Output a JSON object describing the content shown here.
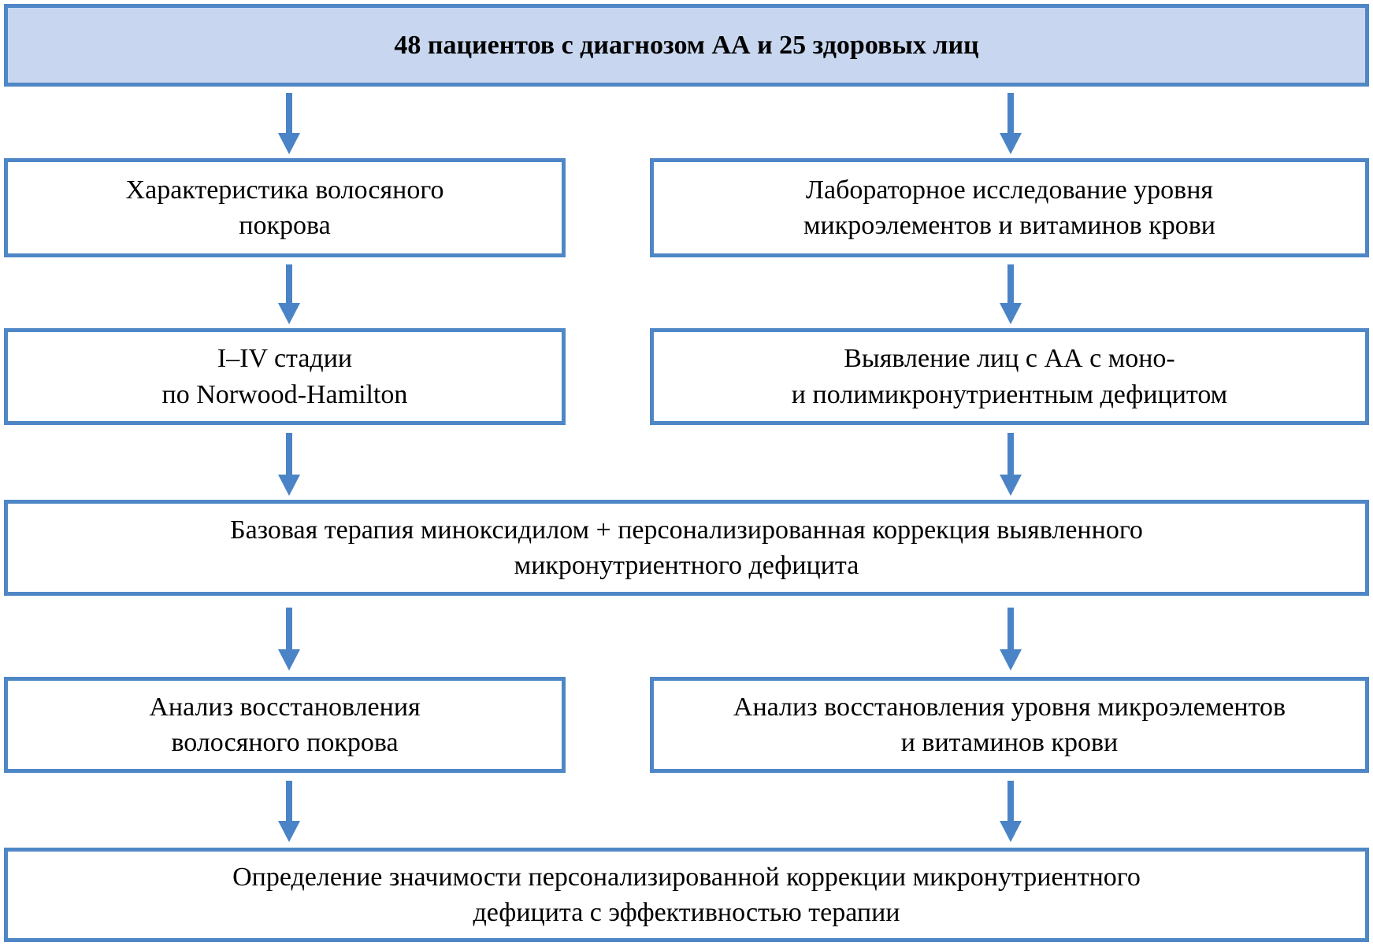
{
  "colors": {
    "box_border": "#4f87c6",
    "title_fill": "#c8d7ef",
    "arrow": "#4a84c6",
    "text": "#000000",
    "background": "#ffffff"
  },
  "flowchart": {
    "title": "48 пациентов с диагнозом АА и 25 здоровых лиц",
    "boxes": {
      "hair_characteristics": "Характеристика волосяного\nпокрова",
      "lab_micronutrients": "Лабораторное исследование уровня\nмикроэлементов и витаминов крови",
      "norwood_stages": "I–IV стадии\nпо Norwood-Hamilton",
      "aa_deficit_identification": "Выявление лиц с АА с моно-\nи полимикронутриентным дефицитом",
      "basic_therapy": "Базовая терапия миноксидилом + персонализированная коррекция выявленного\nмикронутриентного дефицита",
      "hair_recovery_analysis": "Анализ восстановления\nволосяного покрова",
      "micronutrient_recovery_analysis": "Анализ восстановления уровня микроэлементов\nи витаминов крови",
      "significance_conclusion": "Определение значимости персонализированной коррекции микронутриентного\nдефицита с эффективностью терапии"
    }
  }
}
